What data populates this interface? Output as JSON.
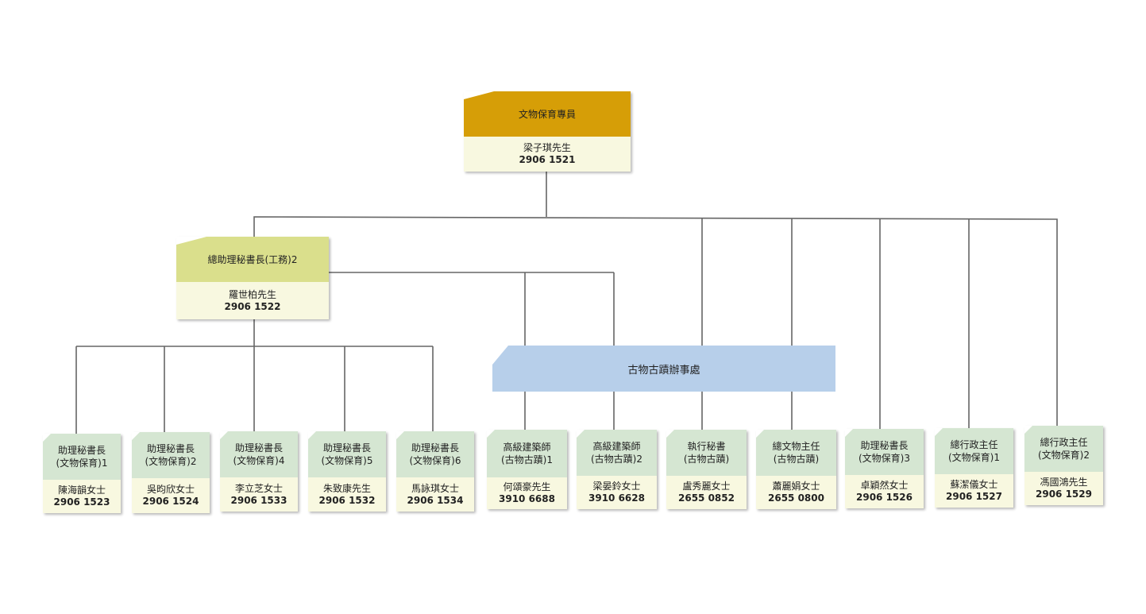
{
  "colors": {
    "top_header": "#d69e07",
    "mid_header": "#dadf8c",
    "leaf_header": "#d5e6d2",
    "office_fill": "#b7cfea",
    "body_fill": "#f8f8e0",
    "connector": "#666666"
  },
  "top": {
    "title": "文物保育專員",
    "name": "梁子琪先生",
    "phone": "2906 1521"
  },
  "mid": {
    "title": "總助理秘書長(工務)2",
    "name": "羅世柏先生",
    "phone": "2906 1522"
  },
  "office": {
    "title": "古物古蹟辦事處"
  },
  "leaves": [
    {
      "title": "助理秘書長\n(文物保育)1",
      "name": "陳海韻女士",
      "phone": "2906 1523"
    },
    {
      "title": "助理秘書長\n(文物保育)2",
      "name": "吳昀欣女士",
      "phone": "2906 1524"
    },
    {
      "title": "助理秘書長\n(文物保育)4",
      "name": "李立芝女士",
      "phone": "2906 1533"
    },
    {
      "title": "助理秘書長\n(文物保育)5",
      "name": "朱致康先生",
      "phone": "2906 1532"
    },
    {
      "title": "助理秘書長\n(文物保育)6",
      "name": "馬詠琪女士",
      "phone": "2906 1534"
    },
    {
      "title": "高級建築師\n(古物古蹟)1",
      "name": "何頌豪先生",
      "phone": "3910 6688"
    },
    {
      "title": "高級建築師\n(古物古蹟)2",
      "name": "梁晏鈴女士",
      "phone": "3910 6628"
    },
    {
      "title": "執行秘書\n(古物古蹟)",
      "name": "盧秀麗女士",
      "phone": "2655 0852"
    },
    {
      "title": "總文物主任\n(古物古蹟)",
      "name": "蕭麗娟女士",
      "phone": "2655 0800"
    },
    {
      "title": "助理秘書長\n(文物保育)3",
      "name": "卓穎然女士",
      "phone": "2906 1526"
    },
    {
      "title": "總行政主任\n(文物保育)1",
      "name": "蘇潔儀女士",
      "phone": "2906 1527"
    },
    {
      "title": "總行政主任\n(文物保育)2",
      "name": "馮國鴻先生",
      "phone": "2906 1529"
    }
  ]
}
